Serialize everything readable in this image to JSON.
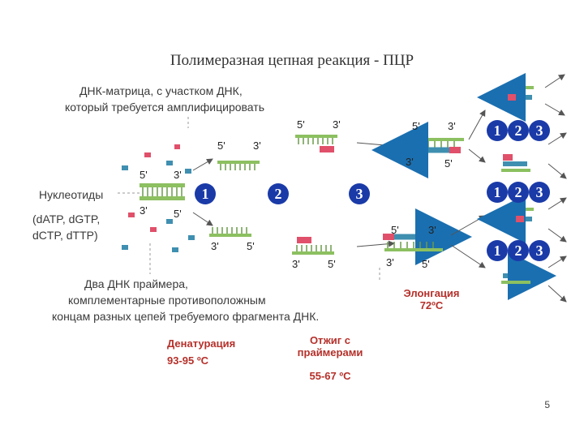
{
  "title": "Полимеразная цепная реакция - ПЦР",
  "labels": {
    "template_1": "ДНК-матрица, с участком ДНК,",
    "template_2": "который требуется амплифицировать",
    "nucleotides": "Нуклеотиды",
    "nucleotides_list_1": "(dATP, dGTP,",
    "nucleotides_list_2": "dCTP, dTTP)",
    "primers_1": "Два ДНК праймера,",
    "primers_2": "комплементарные противоположным",
    "primers_3": "концам разных цепей требуемого фрагмента ДНК."
  },
  "steps": {
    "denaturation_1": "Денатурация",
    "denaturation_2": "93-95 ºC",
    "annealing_1": "Отжиг с",
    "annealing_2": "праймерами",
    "annealing_3": "55-67 ºC",
    "elongation_1": "Элонгация",
    "elongation_2": "72ºC"
  },
  "ends": {
    "five": "5'",
    "three": "3'"
  },
  "step_numbers": [
    "1",
    "2",
    "3"
  ],
  "page_number": "5",
  "colors": {
    "strand_green": "#8cc060",
    "strand_teal": "#3f8fb0",
    "primer_red": "#e0506a",
    "circle_blue": "#1a3aa8",
    "label_red": "#b5302a"
  }
}
